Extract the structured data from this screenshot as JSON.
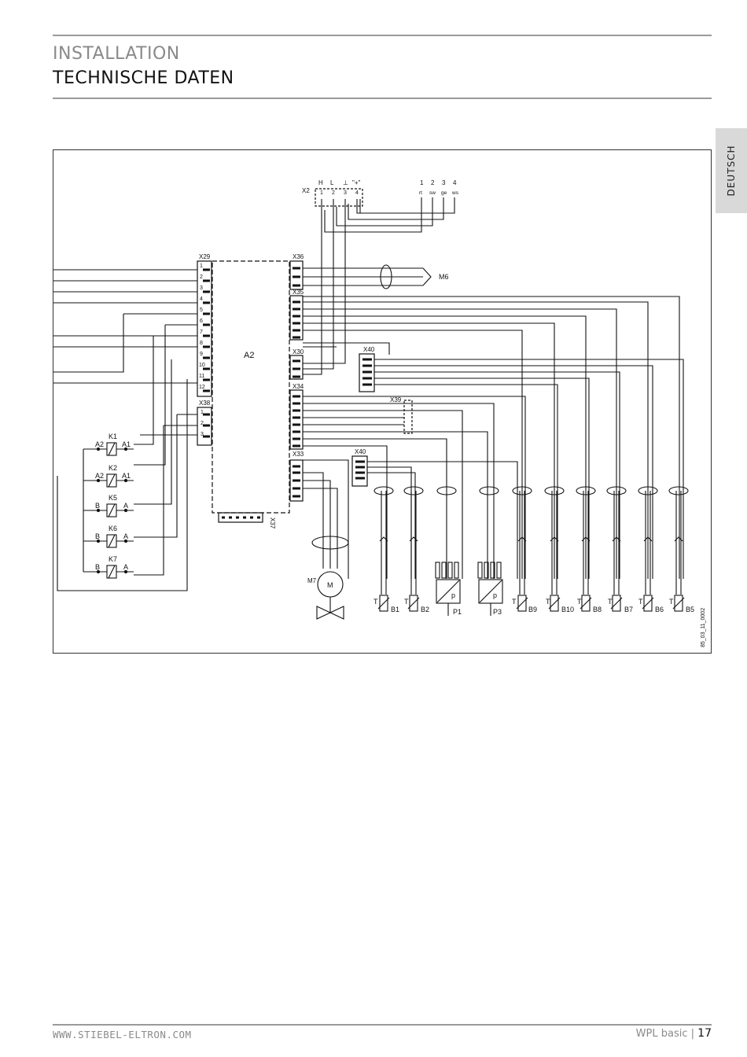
{
  "header": {
    "section": "INSTALLATION",
    "title": "TECHNISCHE DATEN"
  },
  "side_tab": {
    "label": "DEUTSCH"
  },
  "diagram": {
    "drawing_id": "85_03_11_0002",
    "controller": "A2",
    "connectors": {
      "x29": "X29",
      "x38": "X38",
      "x36": "X36",
      "x35": "X35",
      "x30": "X30",
      "x34": "X34",
      "x33": "X33",
      "x37": "X37",
      "x40a": "X40",
      "x40b": "X40",
      "x39": "X39",
      "x2": "X2"
    },
    "x29_pins": [
      "1",
      "2",
      "3",
      "4",
      "5",
      "6",
      "7",
      "8",
      "9",
      "10",
      "11",
      "12"
    ],
    "x38_pins": [
      "1",
      "2",
      "3"
    ],
    "x2_signals": [
      "H",
      "L",
      "⊥",
      "\"+\""
    ],
    "x2_pins": [
      "1",
      "2",
      "3",
      "4"
    ],
    "cable_pins": [
      "1",
      "2",
      "3",
      "4"
    ],
    "cable_colors": [
      "rt",
      "sw",
      "ge",
      "ws"
    ],
    "m6": "M6",
    "m7": "M7",
    "motor_symbol": "M",
    "relays": [
      {
        "name": "K1",
        "left": "A2",
        "right": "A1"
      },
      {
        "name": "K2",
        "left": "A2",
        "right": "A1"
      },
      {
        "name": "K5",
        "left": "B",
        "right": "A"
      },
      {
        "name": "K6",
        "left": "B",
        "right": "A"
      },
      {
        "name": "K7",
        "left": "B",
        "right": "A"
      }
    ],
    "sensors": [
      "B1",
      "B2",
      "B9",
      "B10",
      "B8",
      "B7",
      "B6",
      "B5"
    ],
    "pressure_sensors": [
      "P1",
      "P3"
    ],
    "temp_mark": "T",
    "pressure_mark": "p"
  },
  "footer": {
    "url": "WWW.STIEBEL-ELTRON.COM",
    "product": "WPL basic",
    "separator": "|",
    "page": "17"
  }
}
